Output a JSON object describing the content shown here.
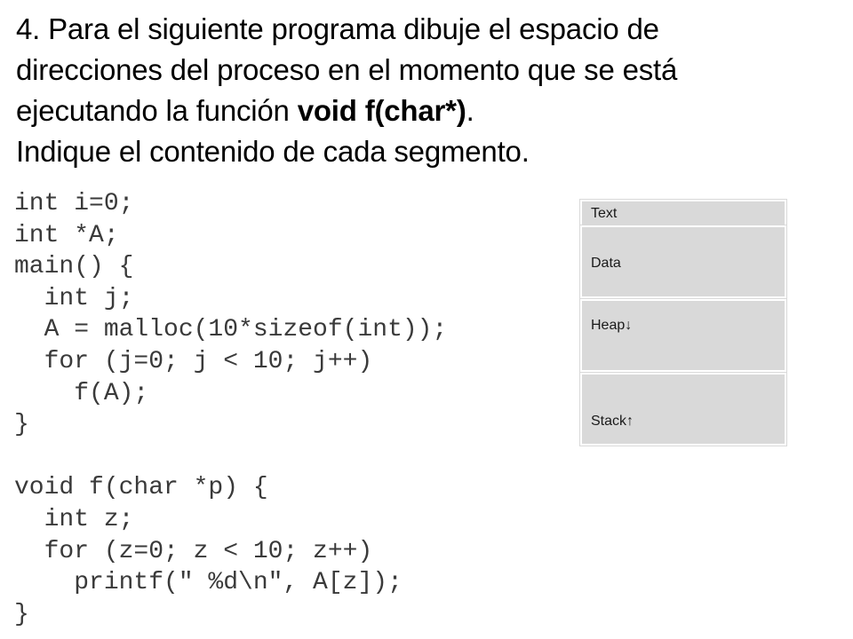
{
  "question": {
    "line1": "4. Para el siguiente programa dibuje el espacio de",
    "line2": "direcciones del proceso en el momento que se está",
    "line3_prefix": "ejecutando la función  ",
    "line3_func": "void f(char*)",
    "line3_suffix": ".",
    "line4": "Indique el contenido de cada segmento."
  },
  "code_lines": [
    "int i=0;",
    "int *A;",
    "main() {",
    "  int j;",
    "  A = malloc(10*sizeof(int));",
    "  for (j=0; j < 10; j++)",
    "    f(A);",
    "}",
    "",
    "void f(char *p) {",
    "  int z;",
    "  for (z=0; z < 10; z++)",
    "    printf(\" %d\\n\", A[z]);",
    "}"
  ],
  "memory_segments": {
    "text": "Text",
    "data": "Data",
    "heap": "Heap↓",
    "stack": "Stack↑"
  },
  "colors": {
    "segment_fill": "#d9d9d9",
    "code_text": "#3a3a3a"
  }
}
